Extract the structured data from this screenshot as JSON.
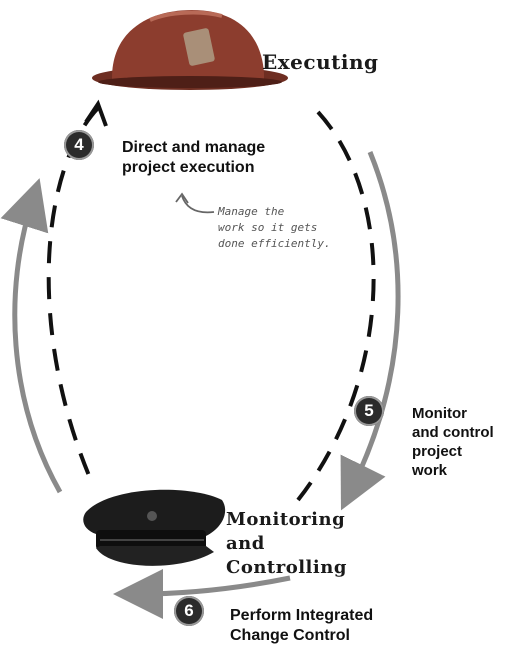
{
  "stages": {
    "executing": "Executing",
    "monitoring_line1": "Monitoring and",
    "monitoring_line2": "Controlling"
  },
  "processes": [
    {
      "number": "4",
      "line1": "Direct and manage",
      "line2": "project execution"
    },
    {
      "number": "5",
      "line1": "Monitor",
      "line2": "and control",
      "line3": "project",
      "line4": "work"
    },
    {
      "number": "6",
      "line1": "Perform Integrated",
      "line2": "Change Control"
    }
  ],
  "annotation": {
    "line1": "Manage the",
    "line2": "work so it gets",
    "line3": "done efficiently."
  },
  "icons": {
    "executing": "hard-hat-icon",
    "monitoring": "police-cap-icon"
  },
  "colors": {
    "dashed_loop": "#111111",
    "gray_arrow": "#8a8a8a",
    "badge": "#2b2b2b",
    "hat_red": "#8c3d2e",
    "cap_black": "#141414"
  }
}
